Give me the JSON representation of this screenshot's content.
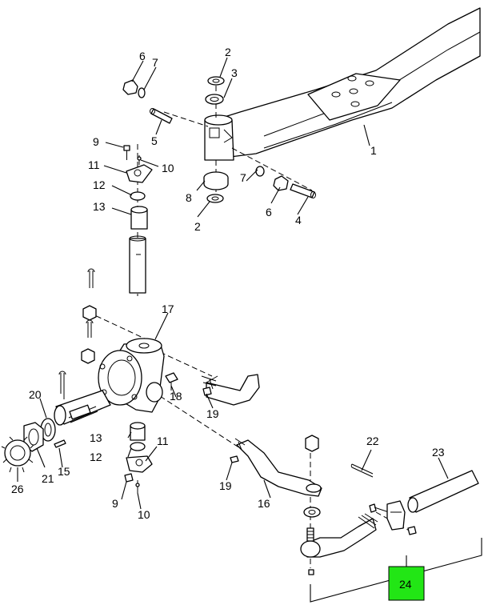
{
  "callouts": {
    "c1": "1",
    "c2a": "2",
    "c2b": "2",
    "c3": "3",
    "c4": "4",
    "c5": "5",
    "c6a": "6",
    "c6b": "6",
    "c7a": "7",
    "c7b": "7",
    "c8": "8",
    "c9a": "9",
    "c9b": "9",
    "c10a": "10",
    "c10b": "10",
    "c11a": "11",
    "c11b": "11",
    "c12a": "12",
    "c12b": "12",
    "c13a": "13",
    "c13b": "13",
    "c15": "15",
    "c16": "16",
    "c17": "17",
    "c18": "18",
    "c19a": "19",
    "c19b": "19",
    "c20": "20",
    "c21": "21",
    "c22": "22",
    "c23": "23",
    "c24": "24",
    "c26": "26"
  },
  "colors": {
    "highlight": "#22e615",
    "line": "#000000",
    "background": "#ffffff"
  }
}
